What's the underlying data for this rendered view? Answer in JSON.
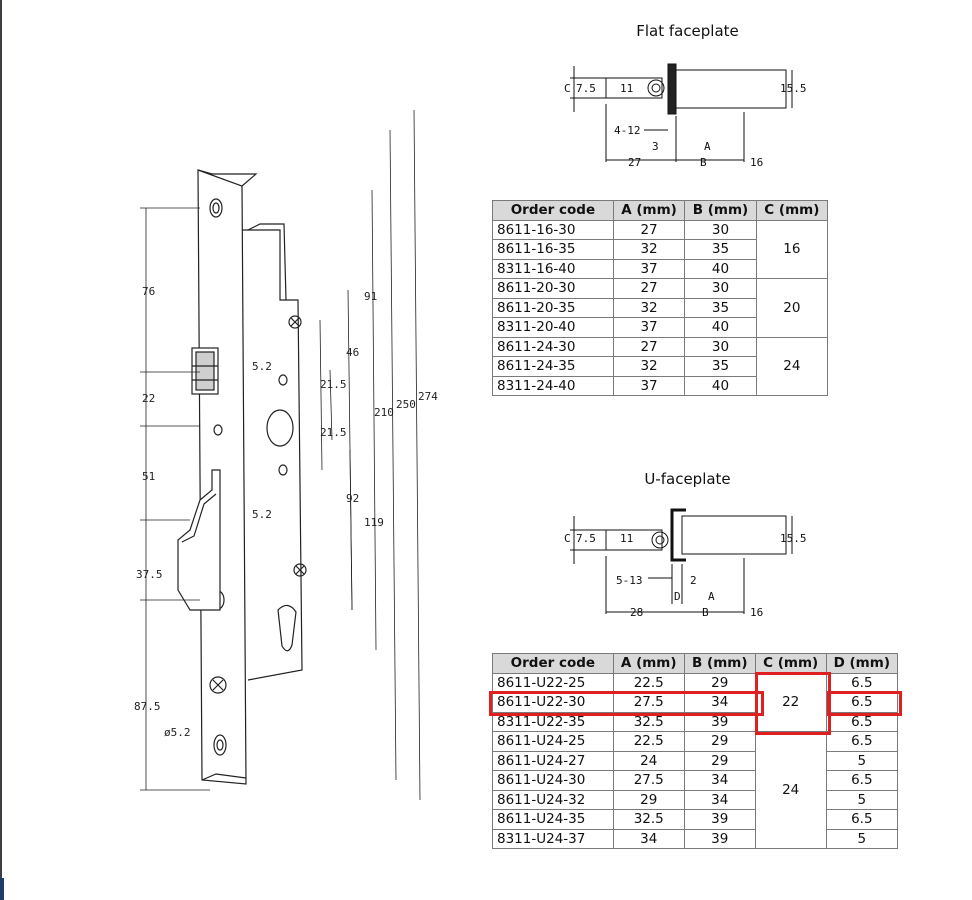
{
  "flat": {
    "title": "Flat faceplate",
    "dims": {
      "c": "C",
      "c_val": "7.5",
      "w11": "11",
      "h15": "15.5",
      "range": "4-12",
      "three": "3",
      "a": "A",
      "b": "B",
      "d27": "27",
      "d16": "16"
    },
    "headers": [
      "Order code",
      "A (mm)",
      "B (mm)",
      "C (mm)"
    ],
    "groups": [
      {
        "c": "16",
        "rows": [
          [
            "8611-16-30",
            "27",
            "30"
          ],
          [
            "8611-16-35",
            "32",
            "35"
          ],
          [
            "8311-16-40",
            "37",
            "40"
          ]
        ]
      },
      {
        "c": "20",
        "rows": [
          [
            "8611-20-30",
            "27",
            "30"
          ],
          [
            "8611-20-35",
            "32",
            "35"
          ],
          [
            "8311-20-40",
            "37",
            "40"
          ]
        ]
      },
      {
        "c": "24",
        "rows": [
          [
            "8611-24-30",
            "27",
            "30"
          ],
          [
            "8611-24-35",
            "32",
            "35"
          ],
          [
            "8311-24-40",
            "37",
            "40"
          ]
        ]
      }
    ]
  },
  "u": {
    "title": "U-faceplate",
    "dims": {
      "c": "C",
      "c_val": "7.5",
      "w11": "11",
      "h15": "15.5",
      "range": "5-13",
      "two": "2",
      "d": "D",
      "a": "A",
      "b": "B",
      "d28": "28",
      "d16": "16"
    },
    "headers": [
      "Order code",
      "A (mm)",
      "B (mm)",
      "C (mm)",
      "D (mm)"
    ],
    "rows": [
      [
        "8611-U22-25",
        "22.5",
        "29",
        "6.5"
      ],
      [
        "8611-U22-30",
        "27.5",
        "34",
        "6.5"
      ],
      [
        "8311-U22-35",
        "32.5",
        "39",
        "6.5"
      ],
      [
        "8611-U24-25",
        "22.5",
        "29",
        "6.5"
      ],
      [
        "8611-U24-27",
        "24",
        "29",
        "5"
      ],
      [
        "8611-U24-30",
        "27.5",
        "34",
        "6.5"
      ],
      [
        "8611-U24-32",
        "29",
        "34",
        "5"
      ],
      [
        "8611-U24-35",
        "32.5",
        "39",
        "6.5"
      ],
      [
        "8311-U24-37",
        "34",
        "39",
        "5"
      ]
    ],
    "c_groups": [
      {
        "c": "22"
      },
      {
        "c": "24"
      }
    ]
  },
  "lock": {
    "dims": {
      "d76": "76",
      "d22": "22",
      "d51": "51",
      "d375": "37.5",
      "d875": "87.5",
      "phi": "ø5.2",
      "d52a": "5.2",
      "d52b": "5.2",
      "d46": "46",
      "d215a": "21.5",
      "d215b": "21.5",
      "d92": "92",
      "d91": "91",
      "d119": "119",
      "d210": "210",
      "d250": "250",
      "d274": "274"
    }
  },
  "highlight_color": "#e02020"
}
